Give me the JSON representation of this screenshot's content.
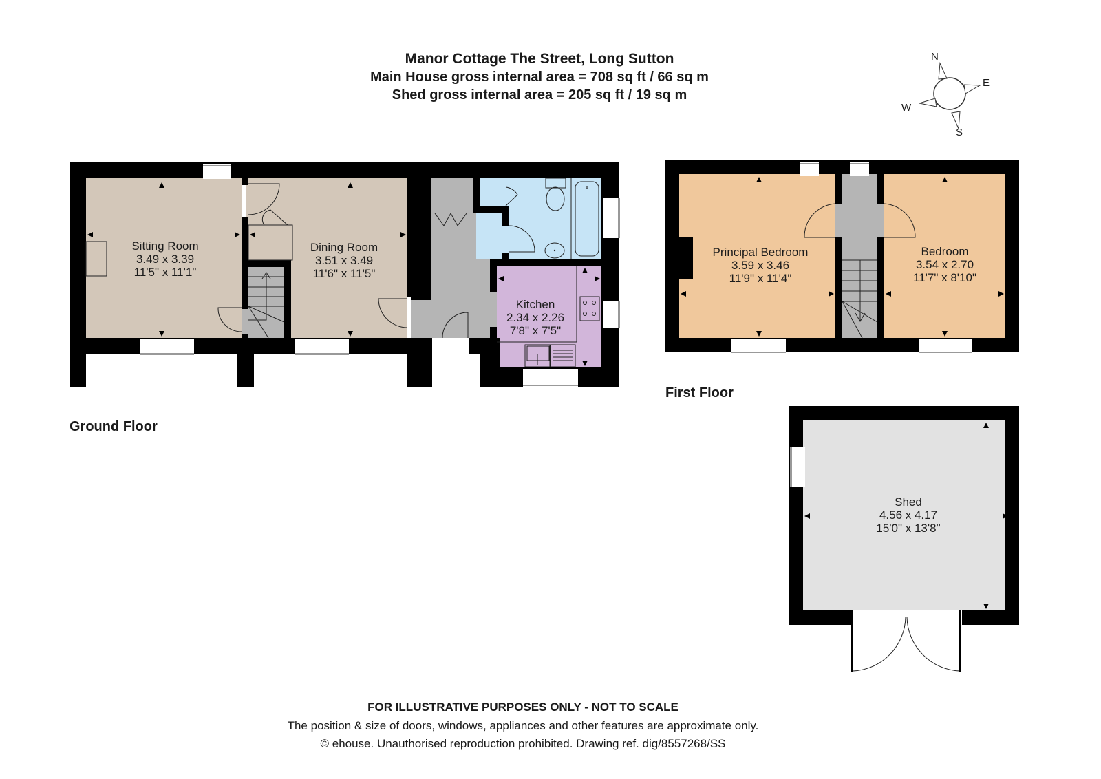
{
  "header": {
    "title": "Manor Cottage The Street, Long Sutton",
    "main_area": "Main House gross internal area = 708 sq ft / 66 sq m",
    "shed_area": "Shed gross internal area = 205 sq ft / 19 sq m"
  },
  "compass": {
    "n": "N",
    "e": "E",
    "s": "S",
    "w": "W"
  },
  "floors": {
    "ground": {
      "label": "Ground Floor",
      "rooms": [
        {
          "name": "Sitting Room",
          "metric": "3.49 x 3.39",
          "imperial": "11'5\" x 11'1\""
        },
        {
          "name": "Dining Room",
          "metric": "3.51 x 3.49",
          "imperial": "11'6\" x 11'5\""
        },
        {
          "name": "Kitchen",
          "metric": "2.34 x 2.26",
          "imperial": "7'8\" x 7'5\""
        }
      ]
    },
    "first": {
      "label": "First Floor",
      "rooms": [
        {
          "name": "Principal Bedroom",
          "metric": "3.59 x 3.46",
          "imperial": "11'9\" x 11'4\""
        },
        {
          "name": "Bedroom",
          "metric": "3.54 x 2.70",
          "imperial": "11'7\" x 8'10\""
        }
      ]
    },
    "shed": {
      "rooms": [
        {
          "name": "Shed",
          "metric": "4.56 x 4.17",
          "imperial": "15'0\" x 13'8\""
        }
      ]
    }
  },
  "colors": {
    "living": "#d3c7b9",
    "hall": "#b5b5b5",
    "bathroom": "#c6e4f6",
    "kitchen": "#d2b6da",
    "bedroom": "#f0c89c",
    "shed": "#e2e2e2",
    "wall": "#000000"
  },
  "footer": {
    "disclaimer": "FOR ILLUSTRATIVE PURPOSES ONLY - NOT TO SCALE",
    "note": "The position & size of doors, windows, appliances and other features are approximate only.",
    "copyright": "© ehouse. Unauthorised reproduction prohibited. Drawing ref. dig/8557268/SS"
  }
}
